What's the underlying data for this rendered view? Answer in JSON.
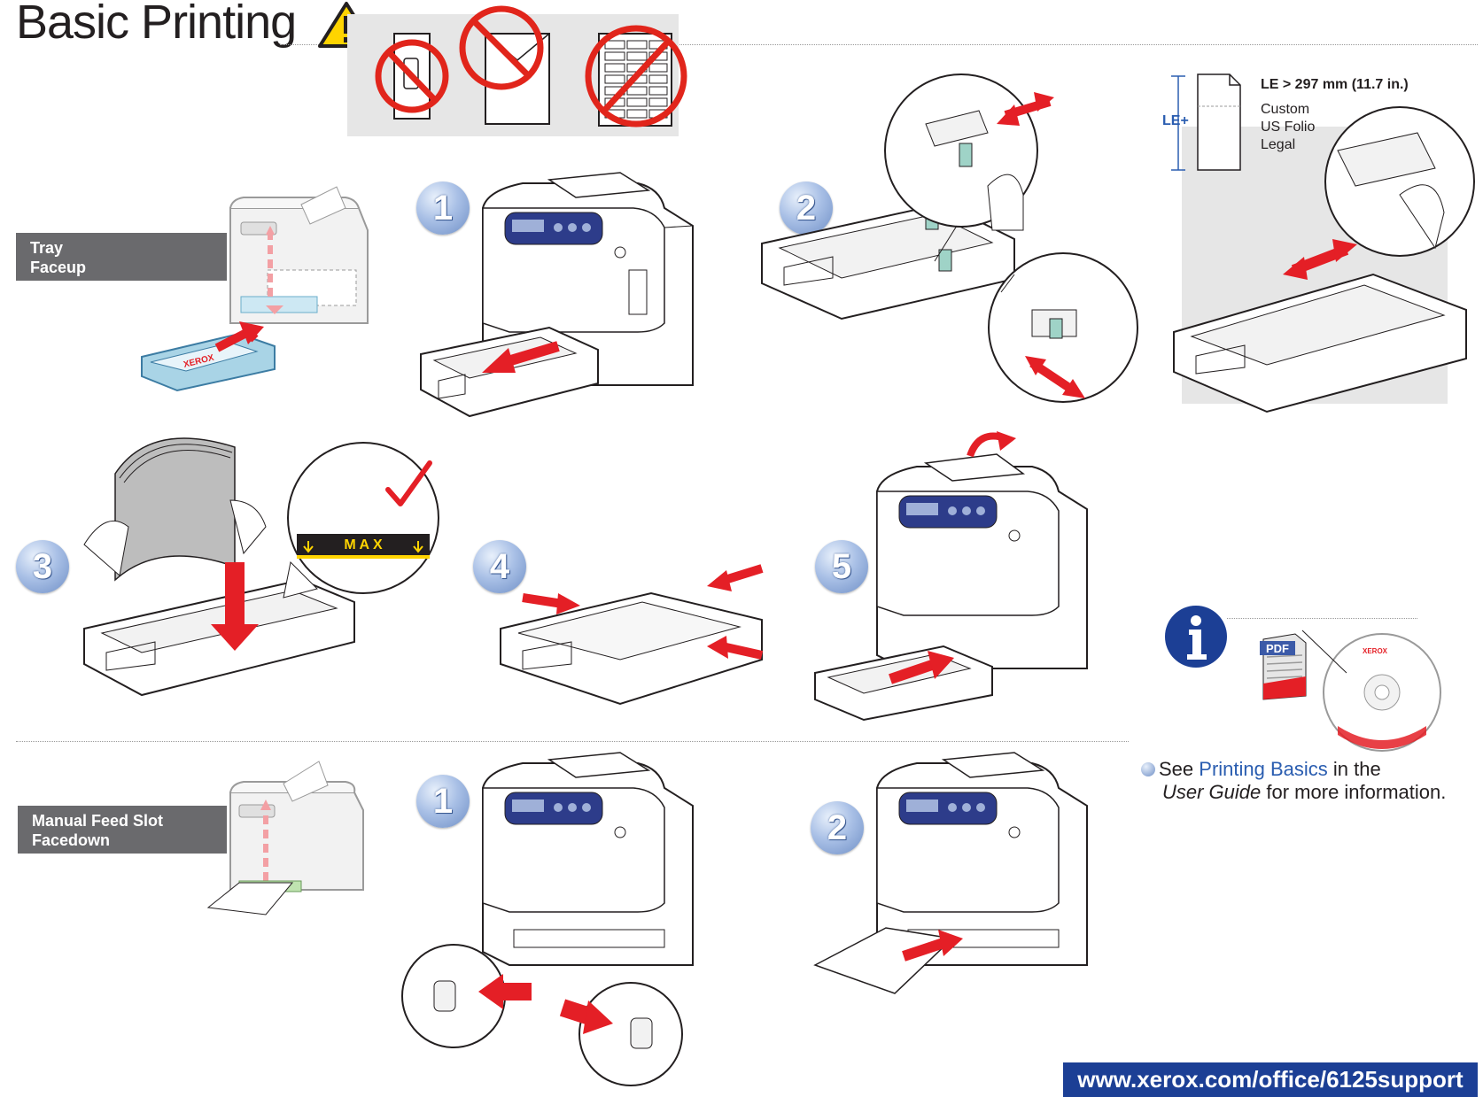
{
  "title": "Basic Printing",
  "tray_callout": {
    "line1": "Tray",
    "line2": "Faceup"
  },
  "manual_callout": {
    "line1": "Manual Feed Slot",
    "line2": "Facedown"
  },
  "tray_steps": [
    "1",
    "2",
    "3",
    "4",
    "5"
  ],
  "manual_steps": [
    "1",
    "2"
  ],
  "max_label": "M A X",
  "brand_label": "XEROX",
  "le_note": {
    "heading": "LE > 297 mm (11.7 in.)",
    "sizes": [
      "Custom",
      "US Folio",
      "Legal"
    ],
    "tag": "LE+"
  },
  "info": {
    "prefix": "See ",
    "link": "Printing Basics",
    "middle": " in the",
    "guide": "User Guide",
    "suffix": " for more information."
  },
  "pdf_label": "PDF",
  "url": "www.xerox.com/office/6125support",
  "colors": {
    "warning_red": "#e1251b",
    "arrow_red": "#e41f26",
    "brand_blue": "#1c3f95",
    "step_blue": "#8aa6d8",
    "callout_gray": "#6a6a6d",
    "warning_yellow": "#ffd400"
  },
  "icons": [
    "warning-triangle-icon",
    "no-envelope-icon",
    "no-labels-icon",
    "info-icon",
    "pdf-icon",
    "cd-icon"
  ]
}
